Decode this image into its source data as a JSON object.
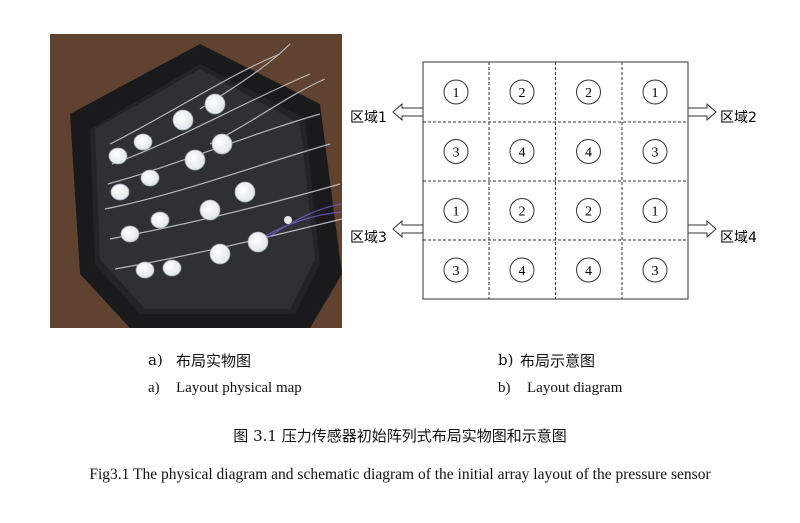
{
  "photo": {
    "alt": "pressure sensor array photo"
  },
  "diagram": {
    "rows": [
      [
        "1",
        "2",
        "2",
        "1"
      ],
      [
        "3",
        "4",
        "4",
        "3"
      ],
      [
        "1",
        "2",
        "2",
        "1"
      ],
      [
        "3",
        "4",
        "4",
        "3"
      ]
    ],
    "regions": {
      "r1": "区域1",
      "r2": "区域2",
      "r3": "区域3",
      "r4": "区域4"
    }
  },
  "captions": {
    "a_cn_label": "a)",
    "a_cn_text": "布局实物图",
    "b_cn_label": "b)",
    "b_cn_text": "布局示意图",
    "a_en_label": "a)",
    "a_en_text": "Layout physical map",
    "b_en_label": "b)",
    "b_en_text": "Layout diagram"
  },
  "figure": {
    "cn": "图 3.1  压力传感器初始阵列式布局实物图和示意图",
    "en": "Fig3.1 The physical diagram and schematic diagram of the initial array layout of the pressure sensor"
  }
}
